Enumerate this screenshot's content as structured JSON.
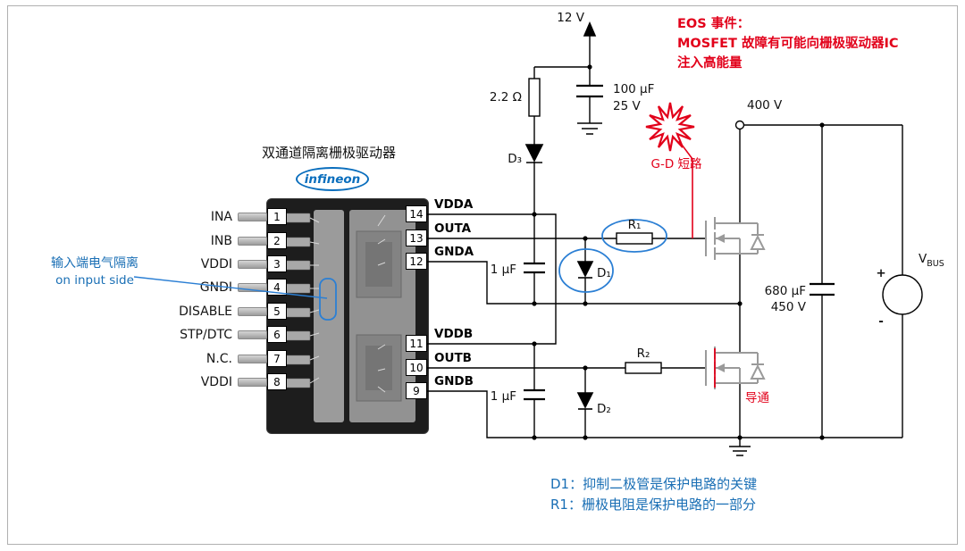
{
  "chip": {
    "title": "双通道隔离栅极驱动器",
    "logo_text": "infineon",
    "left_pins": [
      {
        "num": "1",
        "label": "INA"
      },
      {
        "num": "2",
        "label": "INB"
      },
      {
        "num": "3",
        "label": "VDDI"
      },
      {
        "num": "4",
        "label": "GNDI"
      },
      {
        "num": "5",
        "label": "DISABLE"
      },
      {
        "num": "6",
        "label": "STP/DTC"
      },
      {
        "num": "7",
        "label": "N.C."
      },
      {
        "num": "8",
        "label": "VDDI"
      }
    ],
    "right_pins": [
      {
        "num": "14",
        "label": "VDDA"
      },
      {
        "num": "13",
        "label": "OUTA"
      },
      {
        "num": "12",
        "label": "GNDA"
      },
      {
        "num": "11",
        "label": "VDDB"
      },
      {
        "num": "10",
        "label": "OUTB"
      },
      {
        "num": "9",
        "label": "GNDB"
      }
    ]
  },
  "schematic": {
    "supply_label": "12 V",
    "series_resistor": "2.2 Ω",
    "bulk_cap": "100 μF",
    "bulk_cap_voltage": "25 V",
    "d3_label": "D₃",
    "bus_voltage": "400 V",
    "cap_a": "1 μF",
    "cap_b": "1 μF",
    "d1_label": "D₁",
    "d2_label": "D₂",
    "r1_label": "R₁",
    "r2_label": "R₂",
    "dc_cap": "680 μF",
    "dc_cap_voltage": "450 V",
    "vbus_main": "V",
    "vbus_sub": "BUS",
    "plus": "+",
    "minus": "-"
  },
  "annotations": {
    "eos_title": "EOS 事件：",
    "eos_line2": "MOSFET 故障有可能向栅极驱动器IC",
    "eos_line3": "注入高能量",
    "gd_short": "G-D 短路",
    "turn_on": "导通",
    "isolation_cn": "输入端电气隔离",
    "isolation_en": "on input side",
    "note_d1": "D1：抑制二极管是保护电路的关键",
    "note_r1": "R1：栅极电阻是保护电路的一部分"
  },
  "colors": {
    "annotation_red": "#e2001a",
    "annotation_blue": "#1a6fb5",
    "callout_blue": "#2b7fd4",
    "logo_blue": "#0a6ebd",
    "mosfet_gray": "#9a9a9a",
    "wire_black": "#000000"
  }
}
